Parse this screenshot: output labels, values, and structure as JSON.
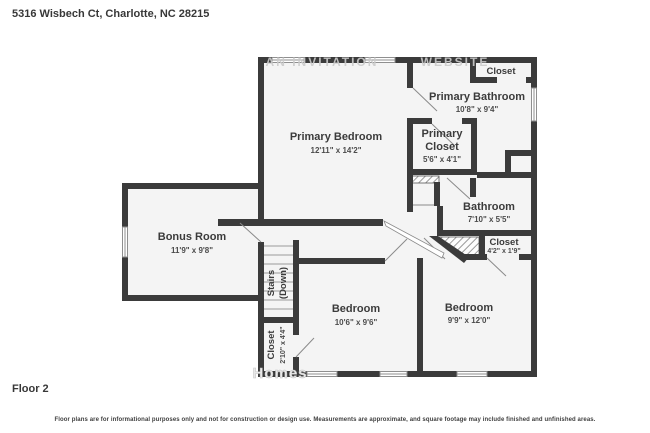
{
  "title": {
    "address": "5316 Wisbech Ct, Charlotte, NC 28215"
  },
  "footer": {
    "floor_label": "Floor 2",
    "disclaimer": "Floor plans are for informational purposes only and not for construction or design use. Measurements are approximate, and square footage may include finished and unfinished areas."
  },
  "watermark": {
    "top_left": "AN INVITATION",
    "top_right": "WEBSITE",
    "bottom": "Homes"
  },
  "colors": {
    "wall": "#3b3b3b",
    "floor": "#f4f4f4",
    "label": "#3d3d3d",
    "watermark": "#cccccc"
  },
  "rooms": {
    "primary_bedroom": {
      "name": "Primary Bedroom",
      "dims": "12'11\" x 14'2\""
    },
    "primary_bathroom": {
      "name": "Primary Bathroom",
      "dims": "10'8\" x 9'4\""
    },
    "primary_closet": {
      "name_line1": "Primary",
      "name_line2": "Closet",
      "dims": "5'6\" x 4'1\""
    },
    "closet_top": {
      "name": "Closet"
    },
    "bathroom": {
      "name": "Bathroom",
      "dims": "7'10\" x 5'5\""
    },
    "hall_closet": {
      "name": "Closet",
      "dims": "4'2\" x 1'9\""
    },
    "bonus_room": {
      "name": "Bonus Room",
      "dims": "11'9\" x 9'8\""
    },
    "stairs": {
      "name": "Stairs",
      "sub": "(Down)"
    },
    "small_closet": {
      "name": "Closet",
      "dims": "2'10\" x 4'4\""
    },
    "bedroom_left": {
      "name": "Bedroom",
      "dims": "10'6\" x 9'6\""
    },
    "bedroom_right": {
      "name": "Bedroom",
      "dims": "9'9\" x 12'0\""
    }
  }
}
